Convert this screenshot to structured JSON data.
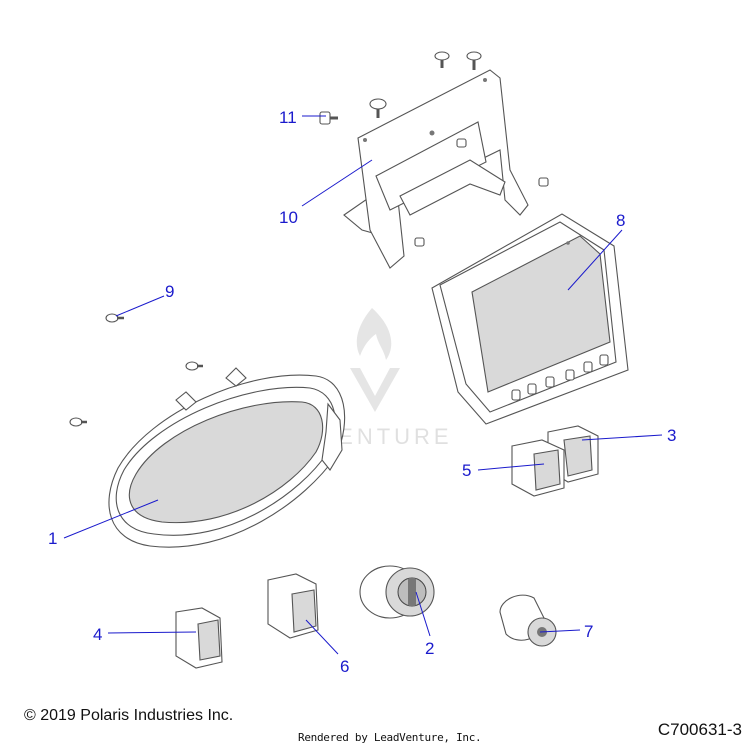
{
  "callouts": [
    {
      "id": "1"
    },
    {
      "id": "2"
    },
    {
      "id": "3"
    },
    {
      "id": "4"
    },
    {
      "id": "5"
    },
    {
      "id": "6"
    },
    {
      "id": "7"
    },
    {
      "id": "8"
    },
    {
      "id": "9"
    },
    {
      "id": "10"
    },
    {
      "id": "11"
    }
  ],
  "watermark": {
    "text": "LEADVENTURE"
  },
  "footer": {
    "copyright": "© 2019 Polaris Industries Inc.",
    "rendered_by": "Rendered by LeadVenture, Inc.",
    "diagram_id": "C700631-3"
  },
  "colors": {
    "callout": "#1a1acc",
    "linework": "#555555",
    "watermark": "#c8c8c8"
  }
}
